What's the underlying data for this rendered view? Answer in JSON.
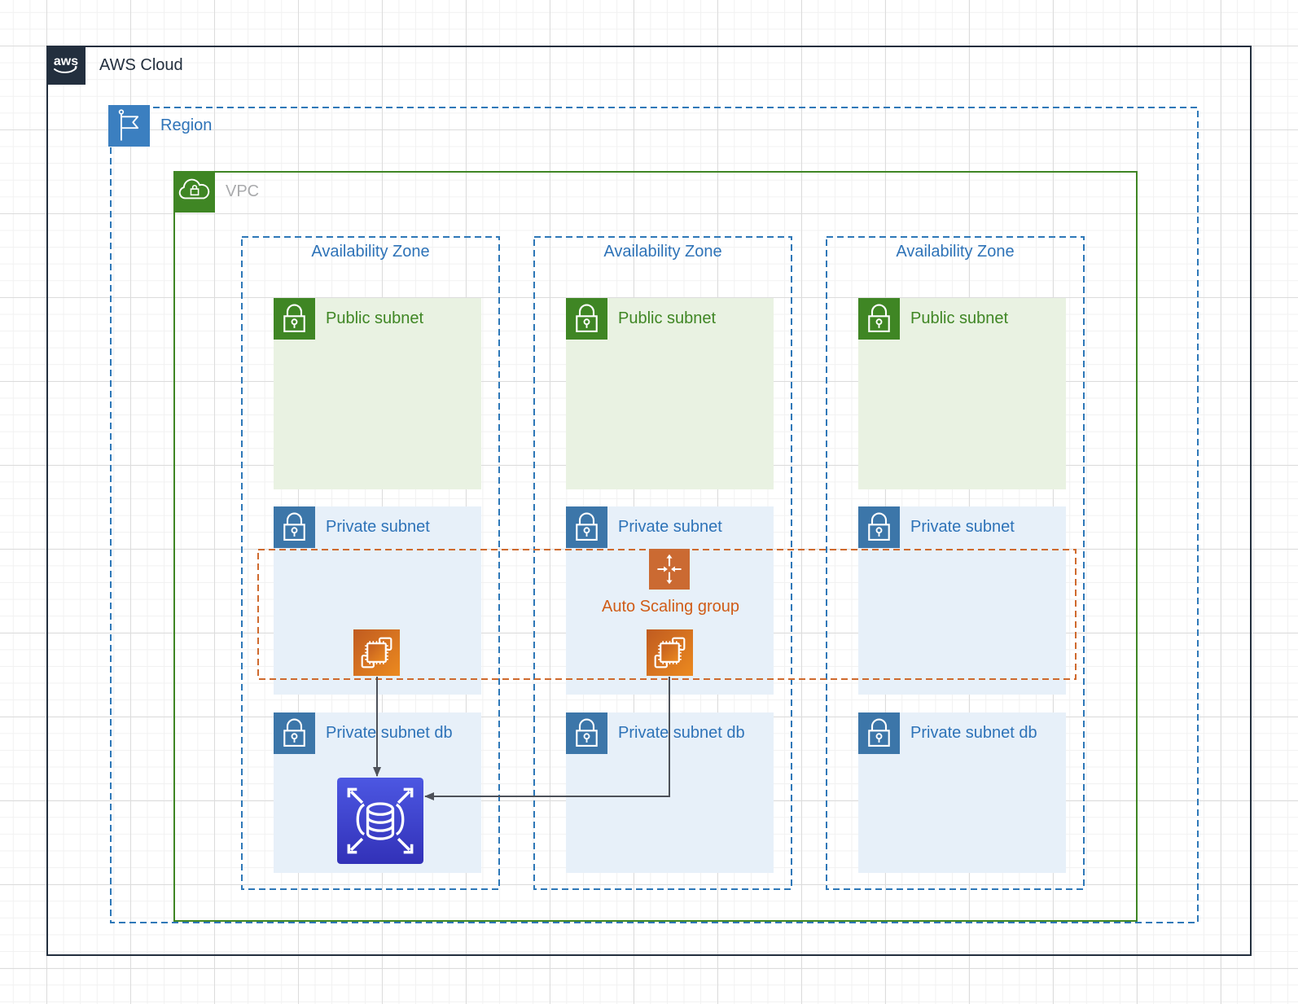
{
  "diagram": {
    "aws_cloud": {
      "logo_text": "aws",
      "label": "AWS Cloud"
    },
    "region": {
      "label": "Region"
    },
    "vpc": {
      "label": "VPC"
    },
    "availability_zones": [
      {
        "label": "Availability Zone",
        "public_subnet": "Public subnet",
        "private_subnet": "Private subnet",
        "private_subnet_db": "Private subnet db"
      },
      {
        "label": "Availability Zone",
        "public_subnet": "Public subnet",
        "private_subnet": "Private subnet",
        "private_subnet_db": "Private subnet db"
      },
      {
        "label": "Availability Zone",
        "public_subnet": "Public subnet",
        "private_subnet": "Private subnet",
        "private_subnet_db": "Private subnet db"
      }
    ],
    "auto_scaling_group": {
      "label": "Auto Scaling group"
    },
    "icons": {
      "aws_logo": "aws-smile-logo",
      "region": "flag-icon",
      "vpc": "cloud-lock-icon",
      "public_subnet": "padlock-icon-green",
      "private_subnet": "padlock-icon-blue",
      "ec2": "ec2-chip-icon",
      "auto_scaling": "auto-scaling-arrows-icon",
      "database": "scaling-database-icon"
    },
    "colors": {
      "aws_cloud_border": "#232F3E",
      "region_border": "#2E78B8",
      "region_icon_bg": "#3B7FC0",
      "vpc_border": "#3F8624",
      "az_border": "#2E78B8",
      "blue_text": "#2E73B8",
      "green_text": "#3F8624",
      "gray_text": "#A9AAAC",
      "public_subnet_fill": "#E9F2E2",
      "private_subnet_fill": "#E7F0F9",
      "private_icon_bg": "#3C76A9",
      "asg_border": "#CF6A2E",
      "asg_text": "#D05C17",
      "asg_icon_bg": "#CB6A32",
      "ec2_gradient_start": "#C05B20",
      "ec2_gradient_end": "#EC8A1F",
      "db_gradient_start": "#4C57E2",
      "db_gradient_end": "#3231B8",
      "connector": "#4D5159"
    }
  }
}
